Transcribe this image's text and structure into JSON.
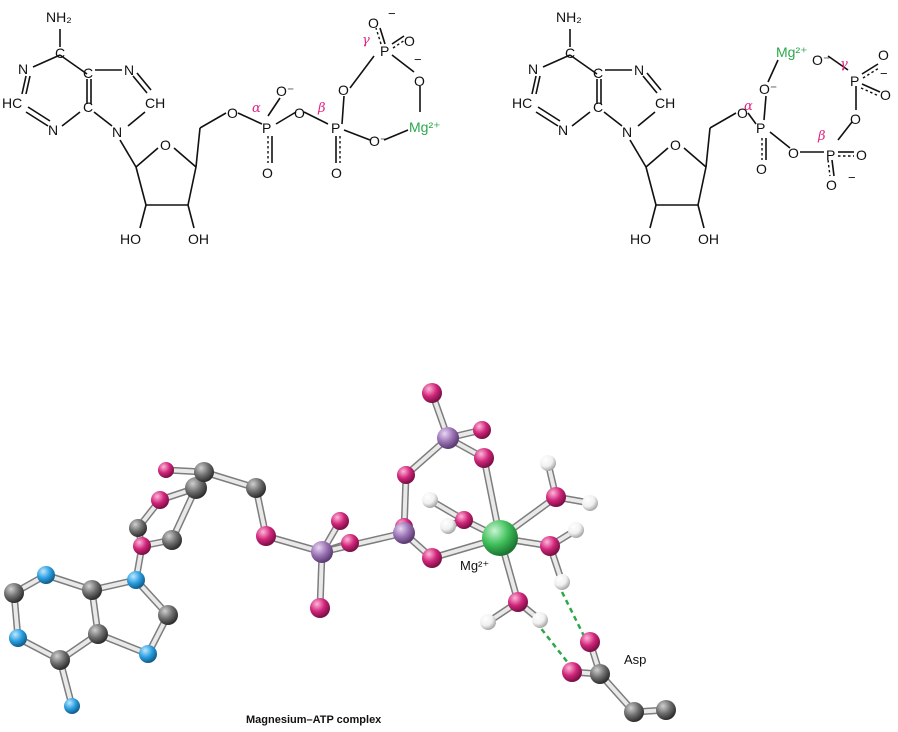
{
  "left_structure": {
    "amine": "NH₂",
    "n1": "N",
    "c2": "C",
    "hc": "HC",
    "n3": "N",
    "c4": "C",
    "c5": "C",
    "n7": "N",
    "ch": "CH",
    "n9": "N",
    "ring_o": "O",
    "ho1": "HO",
    "ho2": "OH",
    "o5": "O",
    "o_alpha_beta": "O",
    "o_beta_gamma": "O",
    "alpha": "α",
    "beta": "β",
    "gamma": "γ",
    "p_alpha": "P",
    "p_beta": "P",
    "p_gamma": "P",
    "o_minus": "O⁻",
    "o_dbl_a": "O",
    "o_dbl_b": "O",
    "o_b_minus": "O⁻",
    "o_g1": "O",
    "o_g2": "O",
    "o_g3": "O",
    "minus": "−",
    "mg": "Mg²⁺"
  },
  "right_structure": {
    "amine": "NH₂",
    "n1": "N",
    "c2": "C",
    "hc": "HC",
    "n3": "N",
    "c4": "C",
    "c5": "C",
    "n7": "N",
    "ch": "CH",
    "n9": "N",
    "ring_o": "O",
    "ho1": "HO",
    "ho2": "OH",
    "o5": "O",
    "mg": "Mg²⁺",
    "alpha": "α",
    "beta": "β",
    "gamma": "γ",
    "p_alpha": "P",
    "p_beta": "P",
    "p_gamma": "P",
    "o_alpha_minus": "O⁻",
    "o_mg_gamma": "O⁻",
    "o_dbl_a": "O",
    "o_ab": "O",
    "o_bg": "O",
    "o_g1": "O",
    "o_g2": "O",
    "o_b1": "O",
    "o_b2": "O",
    "minus_g": "−",
    "minus_b": "−"
  },
  "model": {
    "mg_label": "Mg²⁺",
    "asp_label": "Asp",
    "caption": "Magnesium–ATP complex"
  },
  "colors": {
    "carbon": "#6e6e6e",
    "nitrogen": "#2a9fe0",
    "oxygen": "#d0257a",
    "phosphorus": "#9a72b4",
    "magnesium": "#3fbf5a",
    "hydrogen": "#f2f2f2",
    "greek": "#e0237f",
    "mg_text": "#2aa84a"
  }
}
